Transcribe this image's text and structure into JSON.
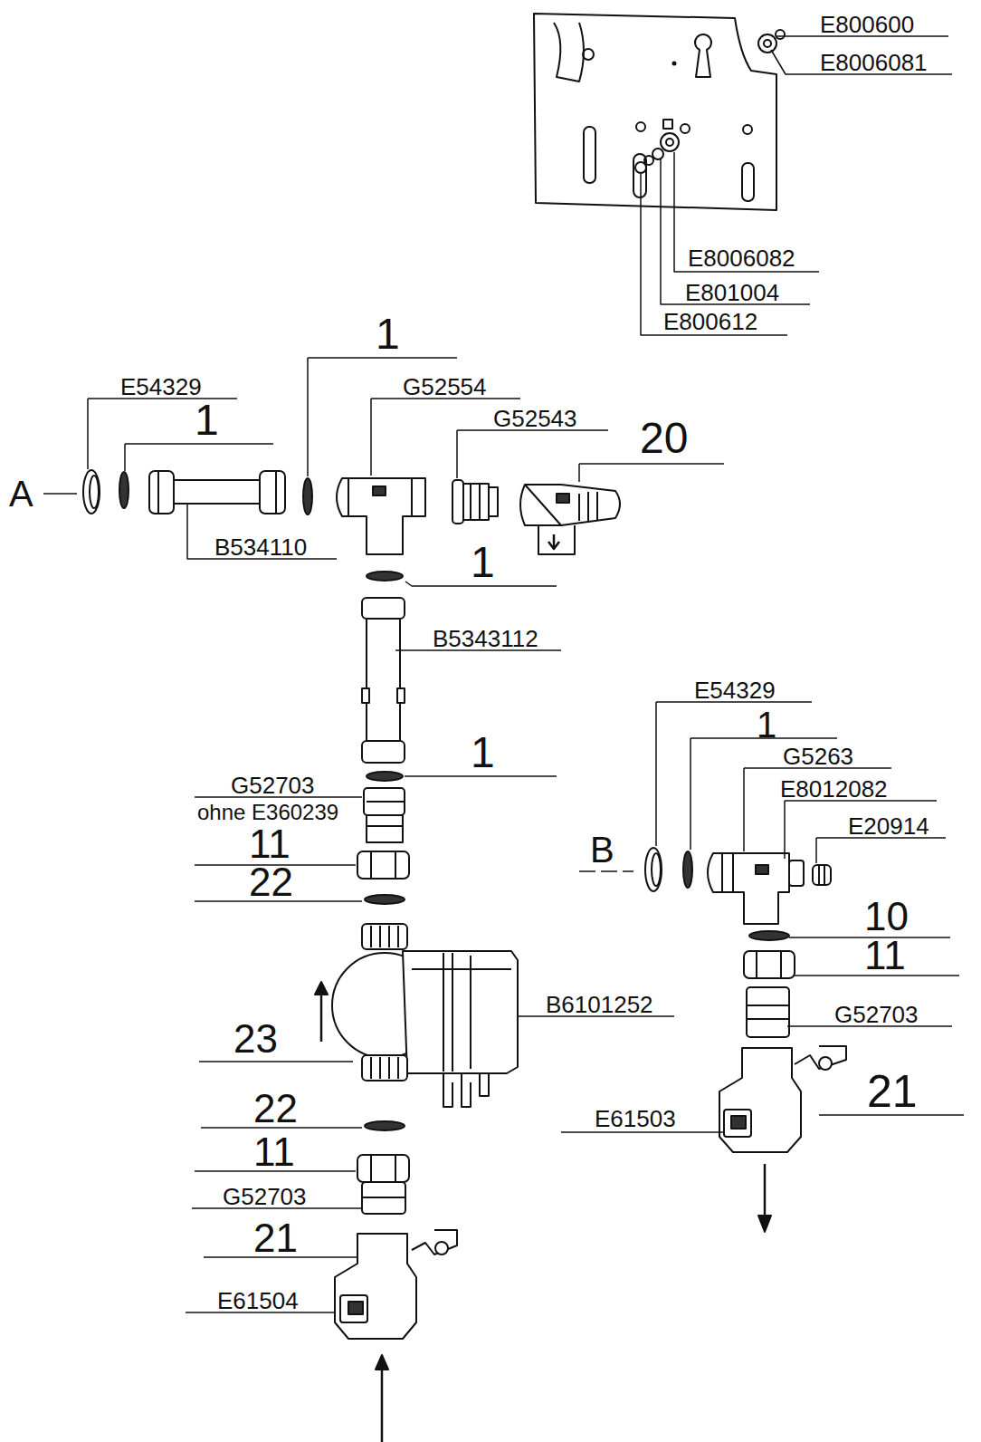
{
  "diagram": {
    "labels": [
      "E800600",
      "E8006081",
      "E8006082",
      "E801004",
      "E800612",
      "1",
      "E54329",
      "G52554",
      "1",
      "G52543",
      "20",
      "A",
      "B534110",
      "1",
      "B5343112",
      "1",
      "G52703",
      "ohne E360239",
      "11",
      "22",
      "B6101252",
      "23",
      "22",
      "11",
      "G52703",
      "21",
      "E61504",
      "E54329",
      "1",
      "G5263",
      "E8012082",
      "E20914",
      "B",
      "10",
      "11",
      "G52703",
      "21",
      "E61503"
    ]
  }
}
